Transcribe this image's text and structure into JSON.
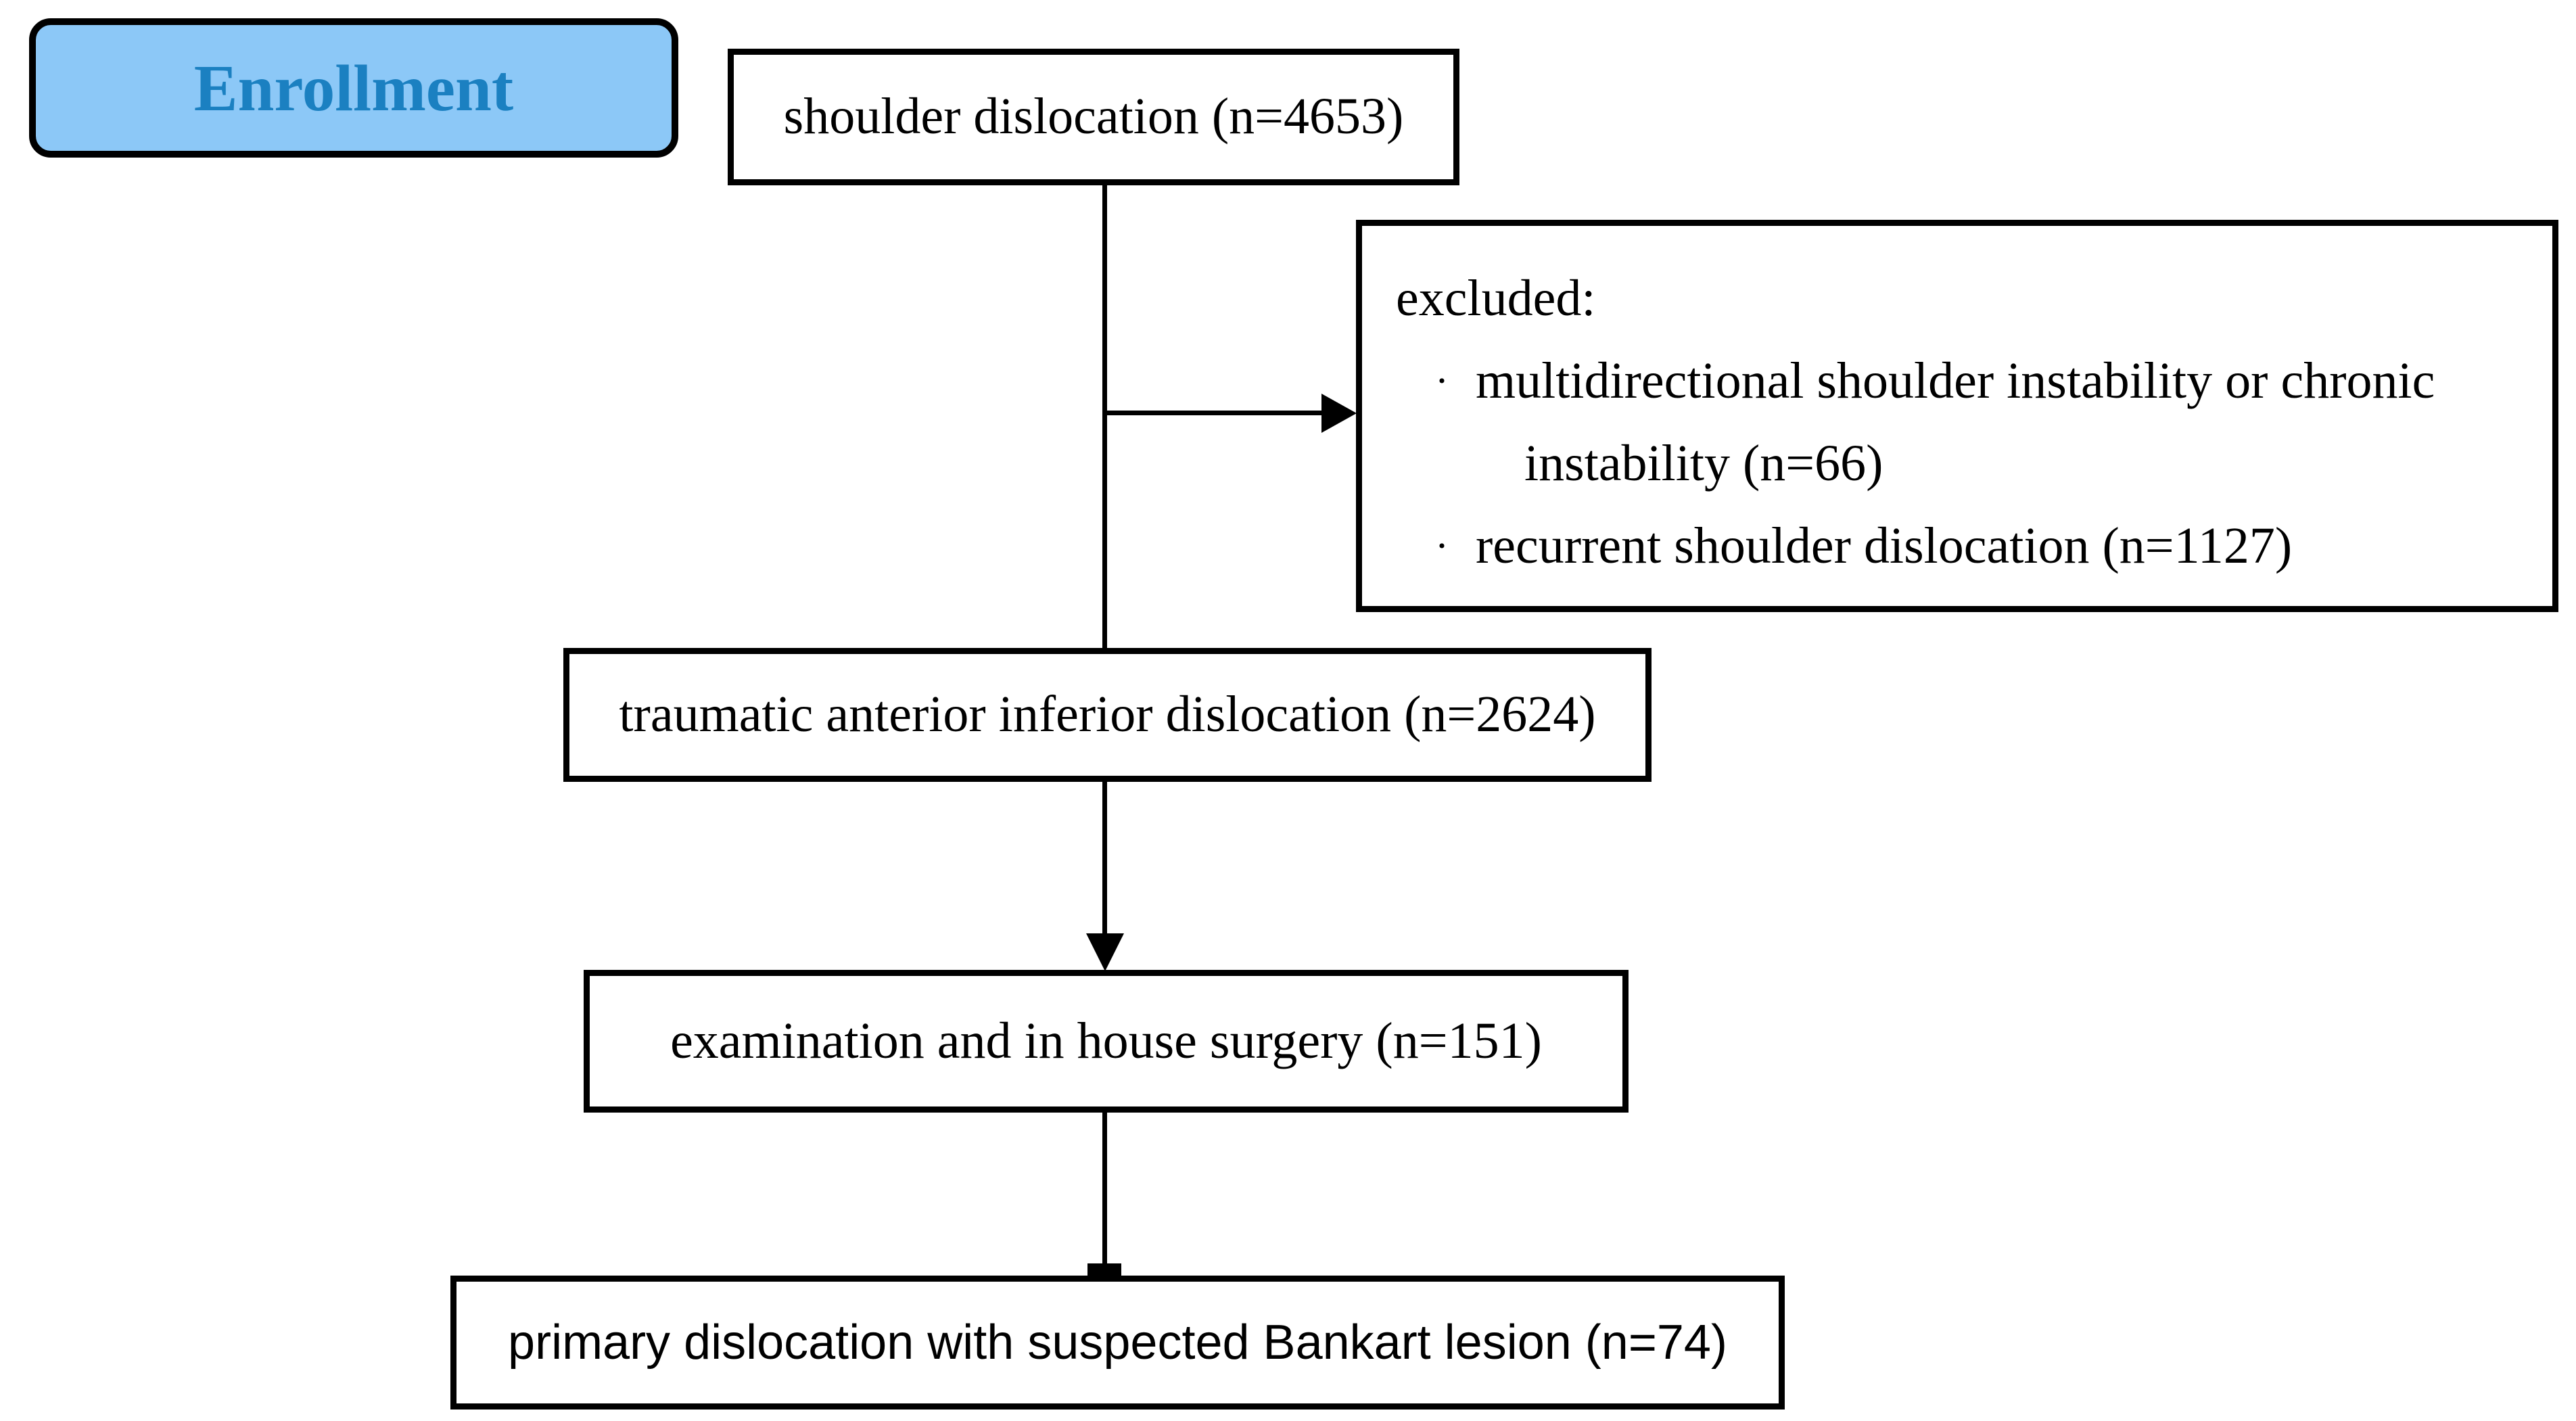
{
  "flow": {
    "enrollment_label": "Enrollment",
    "box_shoulder": "shoulder dislocation (n=4653)",
    "excluded_title": "excluded:",
    "excluded_bullet_glyph": "·",
    "excluded_item1_line1": "multidirectional shoulder instability or chronic",
    "excluded_item1_line2": "instability (n=66)",
    "excluded_item2": "recurrent shoulder dislocation (n=1127)",
    "box_traumatic": "traumatic anterior inferior dislocation (n=2624)",
    "box_examination": "examination and in house surgery (n=151)",
    "box_primary": "primary dislocation with suspected Bankart lesion (n=74)"
  },
  "colors": {
    "background": "#FFFFFF",
    "box_border": "#000000",
    "connector": "#000000",
    "enrollment_fill": "#8CC8F7",
    "enrollment_border": "#000000",
    "enrollment_text": "#1B80C1",
    "text": "#000000"
  }
}
